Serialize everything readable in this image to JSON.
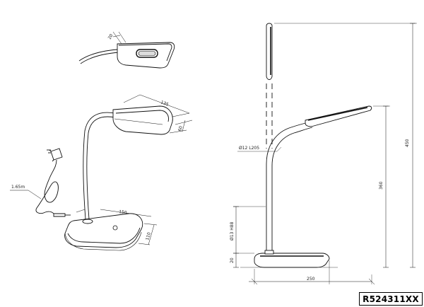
{
  "product_code": "R524311XX",
  "dimensions": {
    "head_thickness": "20",
    "head_length": "135",
    "head_width": "60",
    "cable_length": "1.65m",
    "base_length": "150",
    "base_width": "110",
    "arm_spec": "Ø12 L205",
    "pole_spec": "Ø13 H88",
    "base_height": "20",
    "lamp_height_to_arm": "360",
    "total_height": "450",
    "base_width_front": "250"
  },
  "colors": {
    "line": "#111111",
    "dim_line": "#333333",
    "head_fill": "#cfcfcf"
  }
}
